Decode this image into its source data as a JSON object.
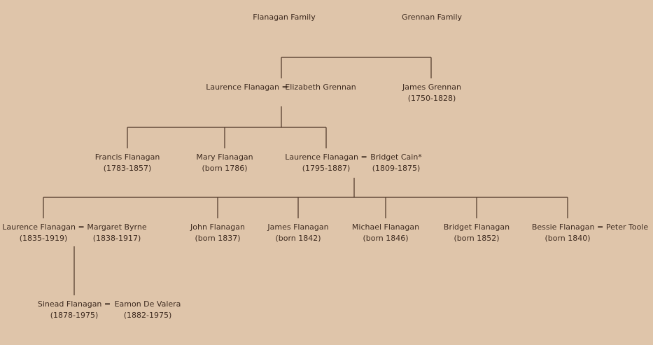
{
  "headers": {
    "flanagan": "Flanagan Family",
    "grennan": "Grennan Family"
  },
  "persons": {
    "laurence_sr": {
      "name": "Laurence Flanagan ="
    },
    "elizabeth": {
      "name": "Elizabeth Grennan"
    },
    "james_grennan": {
      "name": "James Grennan",
      "dates": "(1750-1828)"
    },
    "francis": {
      "name": "Francis Flanagan",
      "dates": "(1783-1857)"
    },
    "mary": {
      "name": "Mary Flanagan",
      "dates": "(born 1786)"
    },
    "laurence_1795": {
      "name": "Laurence Flanagan =",
      "dates": "(1795-1887)"
    },
    "bridget_cain": {
      "name": "Bridget Cain*",
      "dates": "(1809-1875)"
    },
    "laurence_1835": {
      "name": "Laurence Flanagan =",
      "dates": "(1835-1919)"
    },
    "margaret": {
      "name": "Margaret Byrne",
      "dates": "(1838-1917)"
    },
    "john": {
      "name": "John Flanagan",
      "dates": "(born 1837)"
    },
    "james_flanagan": {
      "name": "James Flanagan",
      "dates": "(born 1842)"
    },
    "michael": {
      "name": "Michael Flanagan",
      "dates": "(born 1846)"
    },
    "bridget_flanagan": {
      "name": "Bridget Flanagan",
      "dates": "(born 1852)"
    },
    "bessie": {
      "name": "Bessie Flanagan =",
      "dates": "(born 1840)"
    },
    "peter": {
      "name": "Peter Toole"
    },
    "sinead": {
      "name": "Sinead Flanagan =",
      "dates": "(1878-1975)"
    },
    "eamon": {
      "name": "Eamon De Valera",
      "dates": "(1882-1975)"
    }
  }
}
